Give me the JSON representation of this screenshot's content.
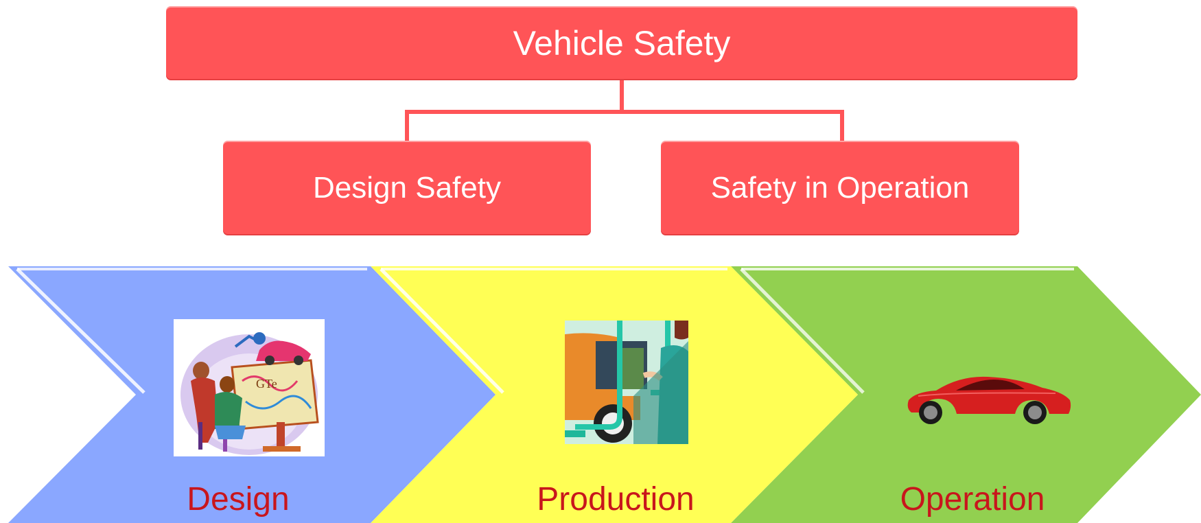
{
  "hierarchy": {
    "root": "Vehicle Safety",
    "children": [
      "Design Safety",
      "Safety in Operation"
    ]
  },
  "stages": [
    {
      "label": "Design",
      "color": "#8aa7ff",
      "picture": "design-office-clipart-icon"
    },
    {
      "label": "Production",
      "color": "#ffff55",
      "picture": "assembly-line-clipart-icon"
    },
    {
      "label": "Operation",
      "color": "#92d050",
      "picture": "red-sports-car-icon"
    }
  ],
  "colors": {
    "box": "#ff5457",
    "stage_label": "#c8161c"
  }
}
